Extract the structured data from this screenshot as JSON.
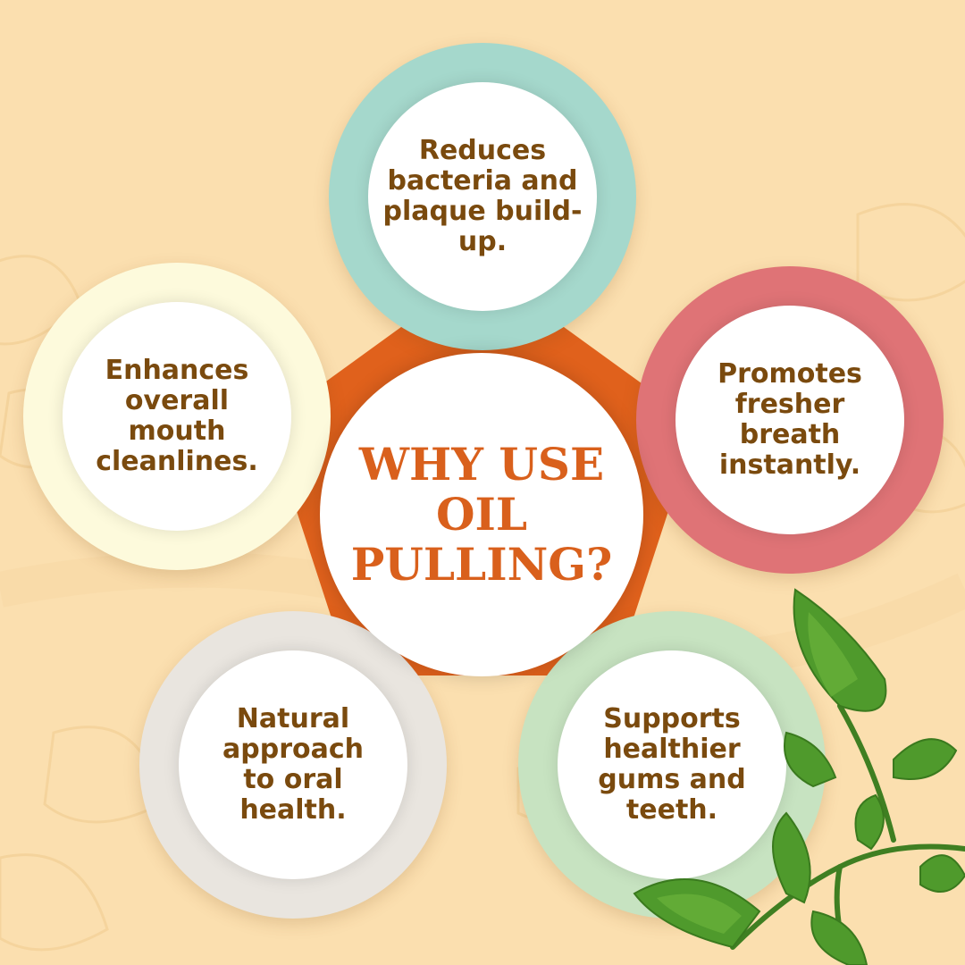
{
  "center": {
    "title": "WHY USE\nOIL\nPULLING?"
  },
  "benefits": [
    {
      "text": "Reduces\nbacteria and\nplaque build-\nup.",
      "ring_color": "#a5d8cc"
    },
    {
      "text": "Promotes\nfresher\nbreath\ninstantly.",
      "ring_color": "#df7376"
    },
    {
      "text": "Supports\nhealthier\ngums and\nteeth.",
      "ring_color": "#c7e3c1"
    },
    {
      "text": "Natural\napproach\nto oral\nhealth.",
      "ring_color": "#e9e5df"
    },
    {
      "text": "Enhances\noverall\nmouth\ncleanlines.",
      "ring_color": "#fdfadc"
    }
  ],
  "colors": {
    "background": "#fbdfaf",
    "pentagon": "#e0611c",
    "title": "#d9601c",
    "text": "#7a4a0e",
    "leaf": "#4f9a2c"
  }
}
